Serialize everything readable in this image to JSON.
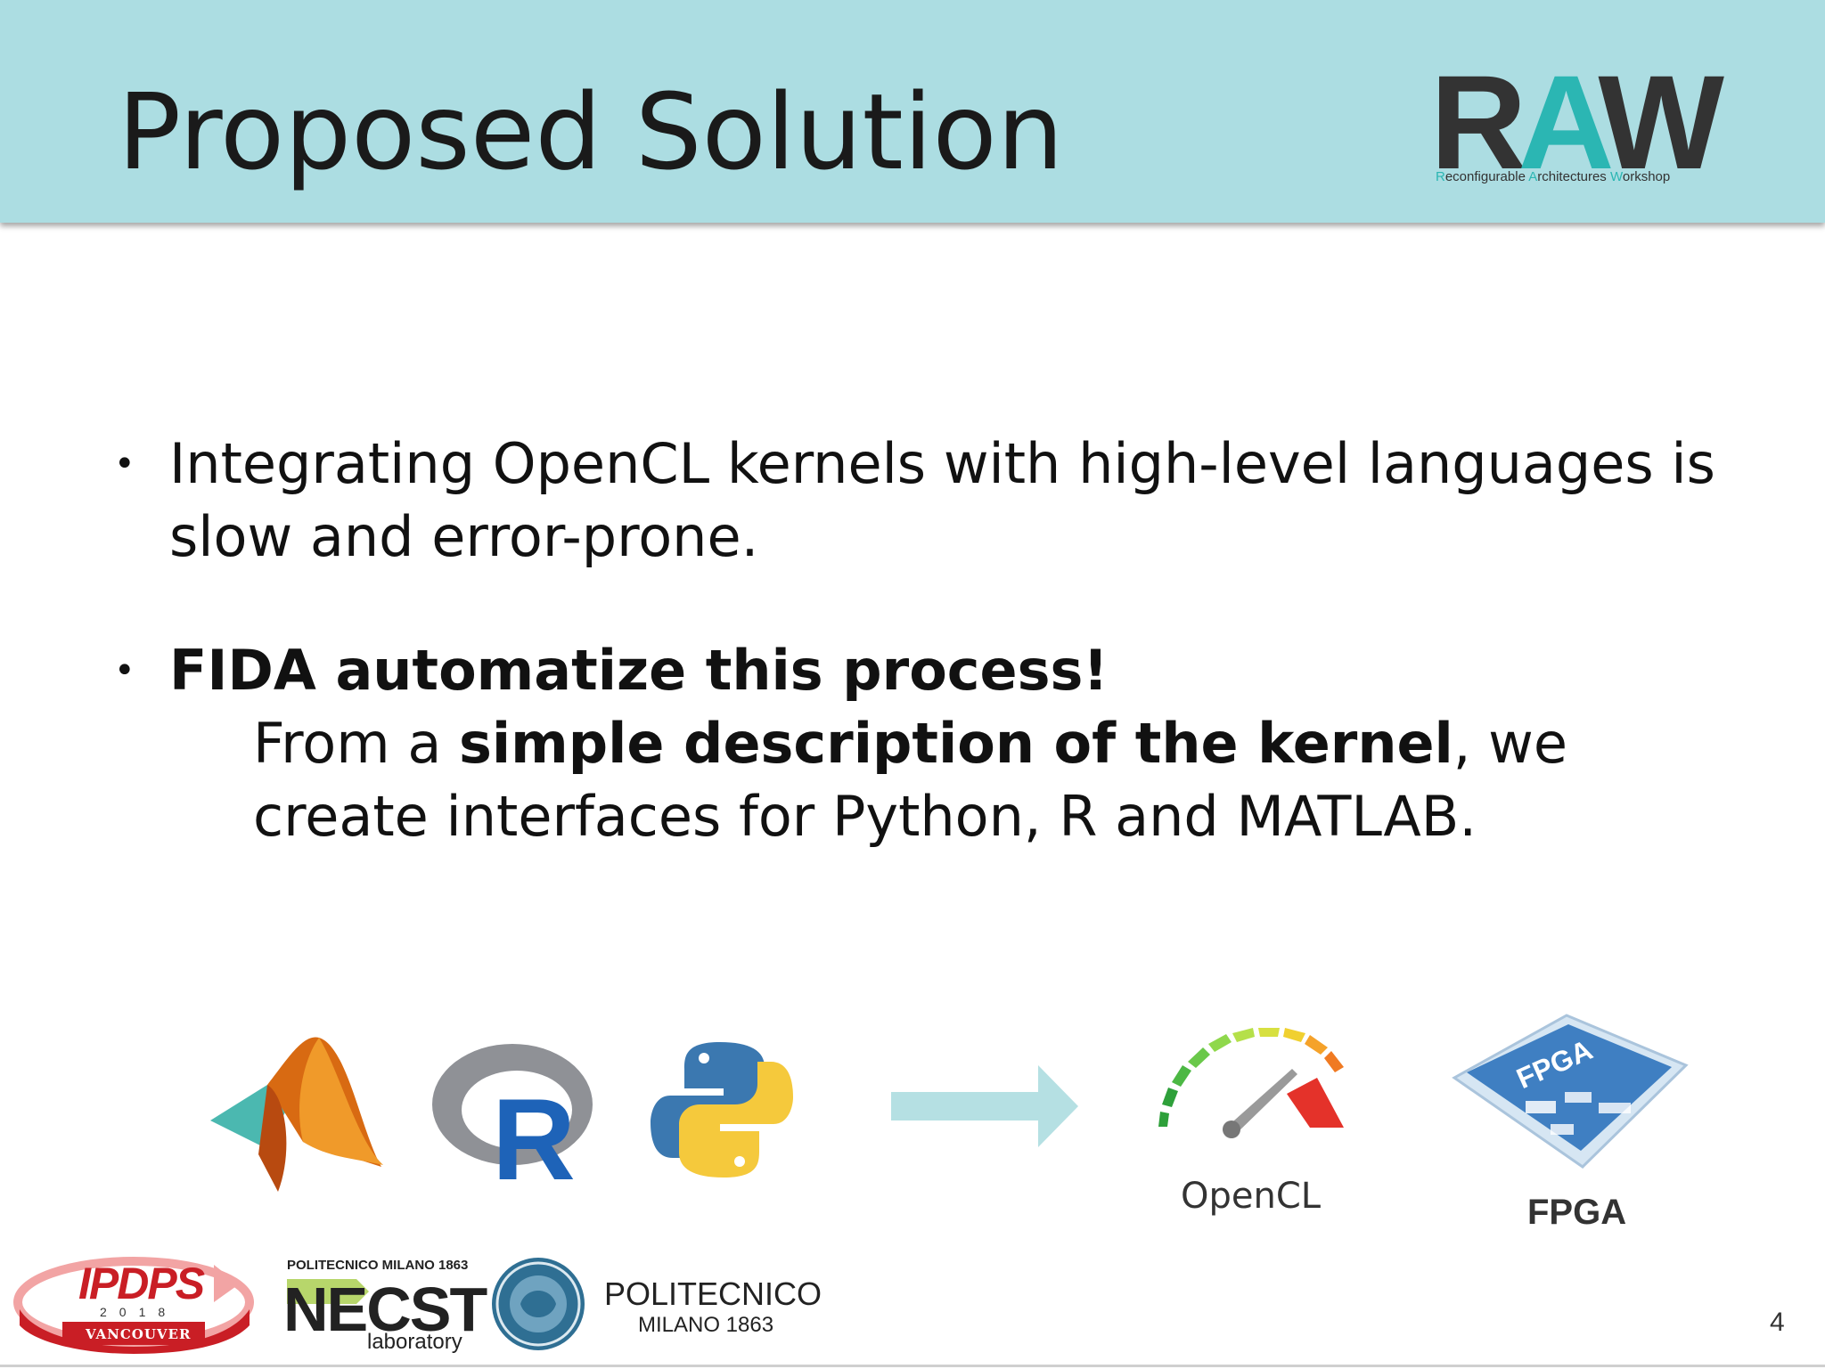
{
  "slide": {
    "title": "Proposed Solution",
    "page_number": "4"
  },
  "raw_logo": {
    "word_r": "R",
    "word_a": "A",
    "word_w": "W",
    "subtitle_r": "R",
    "subtitle_1": "econfigurable ",
    "subtitle_a": "A",
    "subtitle_2": "rchitectures ",
    "subtitle_w": "W",
    "subtitle_3": "orkshop"
  },
  "bullets": {
    "first": "Integrating OpenCL kernels with high-level languages is slow and error-prone.",
    "second_bold": "FIDA automatize this process!",
    "second_sub_1": "From a ",
    "second_sub_bold": "simple description of the kernel",
    "second_sub_2": ", we create interfaces for Python, R and MATLAB."
  },
  "diagram": {
    "r_letter": "R",
    "opencl_label": "OpenCL",
    "fpga_chip_text": "FPGA",
    "fpga_label": "FPGA"
  },
  "footer": {
    "ipdps_word": "IPDPS",
    "ipdps_year": "2018",
    "ipdps_city": "VANCOUVER",
    "necst_top": "POLITECNICO MILANO 1863",
    "necst_main": "NECST",
    "necst_lab": "laboratory",
    "polimi_name": "POLITECNICO",
    "polimi_sub": "MILANO 1863"
  },
  "colors": {
    "header_bg": "#acdde2",
    "accent_teal": "#2bb6b3",
    "arrow": "#b5e0e3",
    "ipdps_red": "#c91e25",
    "necst_green": "#b7d66b"
  }
}
